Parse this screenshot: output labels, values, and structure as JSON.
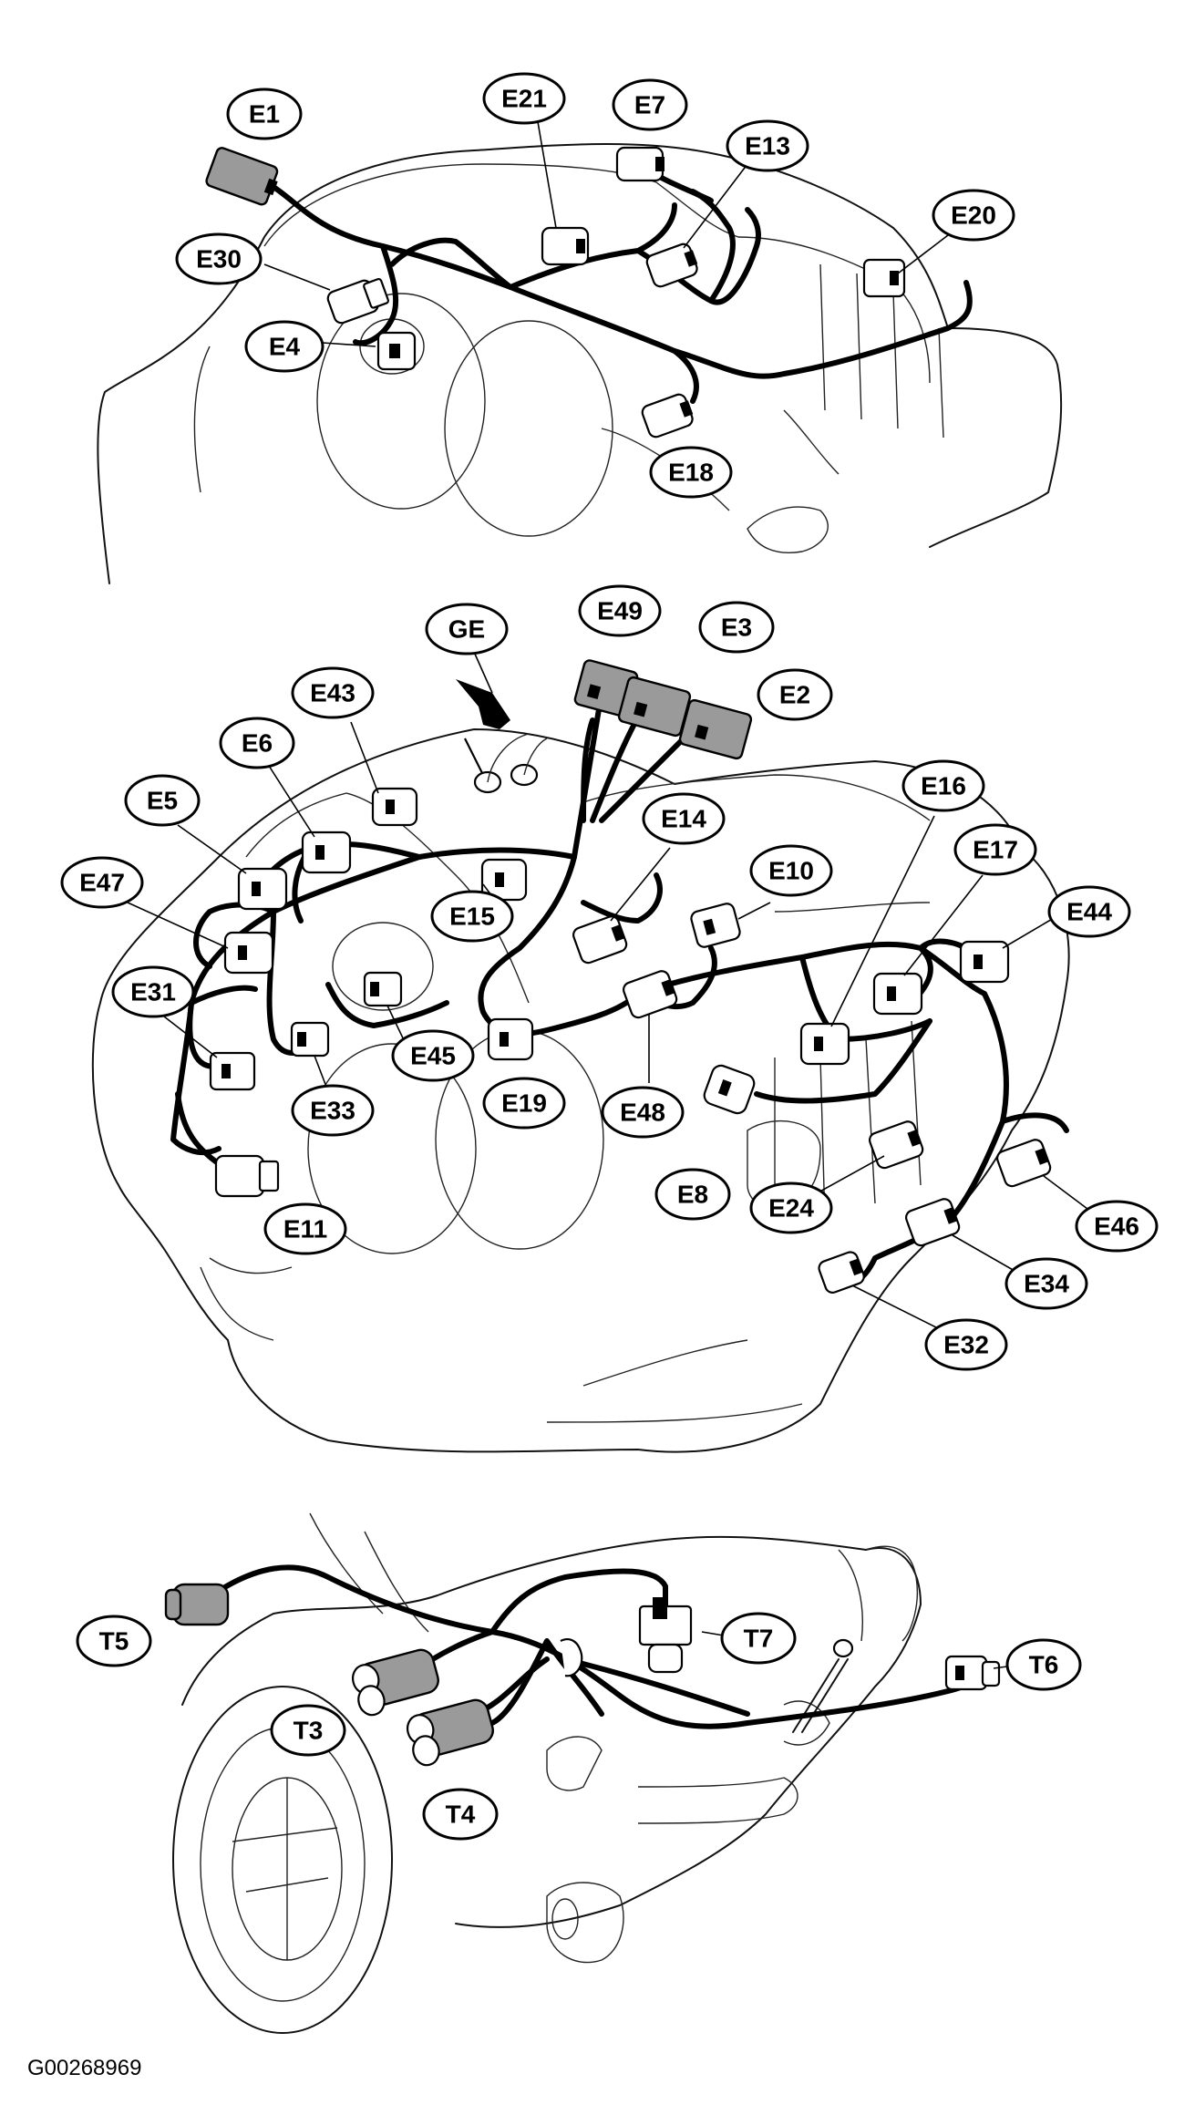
{
  "figure_code": "G00268969",
  "sections": {
    "top_engine": [
      "E1",
      "E21",
      "E7",
      "E13",
      "E20",
      "E30",
      "E4",
      "E18"
    ],
    "main_engine": [
      "GE",
      "E49",
      "E3",
      "E2",
      "E43",
      "E6",
      "E16",
      "E5",
      "E14",
      "E10",
      "E17",
      "E47",
      "E15",
      "E44",
      "E31",
      "E33",
      "E45",
      "E19",
      "E48",
      "E8",
      "E24",
      "E46",
      "E11",
      "E34",
      "E32"
    ],
    "transmission": [
      "T5",
      "T7",
      "T6",
      "T3",
      "T4"
    ]
  },
  "labels": {
    "E1": "E1",
    "E21": "E21",
    "E7": "E7",
    "E13": "E13",
    "E20": "E20",
    "E30": "E30",
    "E4": "E4",
    "E18": "E18",
    "GE": "GE",
    "E49": "E49",
    "E3": "E3",
    "E2": "E2",
    "E43": "E43",
    "E6": "E6",
    "E16": "E16",
    "E5": "E5",
    "E14": "E14",
    "E10": "E10",
    "E17": "E17",
    "E47": "E47",
    "E15": "E15",
    "E44": "E44",
    "E31": "E31",
    "E33": "E33",
    "E45": "E45",
    "E19": "E19",
    "E48": "E48",
    "E8": "E8",
    "E24": "E24",
    "E46": "E46",
    "E11": "E11",
    "E34": "E34",
    "E32": "E32",
    "T5": "T5",
    "T7": "T7",
    "T6": "T6",
    "T3": "T3",
    "T4": "T4"
  },
  "colors": {
    "line": "#000000",
    "connector_shaded": "#9a9a9a",
    "background": "#ffffff"
  }
}
